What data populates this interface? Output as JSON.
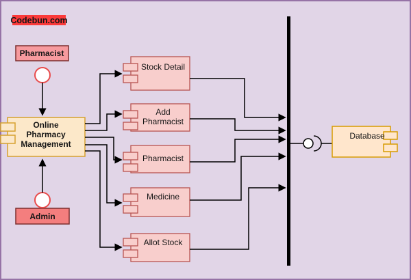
{
  "watermark": {
    "text": "Codebun.com"
  },
  "actors": {
    "pharmacist": {
      "label": "Pharmacist"
    },
    "admin": {
      "label": "Admin"
    }
  },
  "main_component": {
    "label_lines": [
      "Online",
      "Pharmacy",
      "Management"
    ]
  },
  "components": [
    {
      "label_lines": [
        "Stock Detail"
      ]
    },
    {
      "label_lines": [
        "Add",
        "Pharmacist"
      ]
    },
    {
      "label_lines": [
        "Pharmacist"
      ]
    },
    {
      "label_lines": [
        "Medicine"
      ]
    },
    {
      "label_lines": [
        "Allot Stock"
      ]
    }
  ],
  "database": {
    "label": "Database"
  },
  "connections": [
    {
      "from": "Pharmacist",
      "to": "Online Pharmacy Management"
    },
    {
      "from": "Admin",
      "to": "Online Pharmacy Management"
    },
    {
      "from": "Online Pharmacy Management",
      "to": "Stock Detail"
    },
    {
      "from": "Online Pharmacy Management",
      "to": "Add Pharmacist"
    },
    {
      "from": "Online Pharmacy Management",
      "to": "Pharmacist"
    },
    {
      "from": "Online Pharmacy Management",
      "to": "Medicine"
    },
    {
      "from": "Online Pharmacy Management",
      "to": "Allot Stock"
    },
    {
      "from": "Stock Detail",
      "to": "sync-bar"
    },
    {
      "from": "Add Pharmacist",
      "to": "sync-bar"
    },
    {
      "from": "Pharmacist",
      "to": "sync-bar"
    },
    {
      "from": "Medicine",
      "to": "sync-bar"
    },
    {
      "from": "Allot Stock",
      "to": "sync-bar"
    },
    {
      "from": "sync-bar",
      "to": "Database",
      "via": "ball-and-socket interface"
    }
  ],
  "colors": {
    "background": "#e1d5e7",
    "canvas_border": "#9673a6",
    "component_pink_fill": "#f8cecc",
    "component_pink_stroke": "#b85450",
    "component_cream_fill": "#fce8c9",
    "component_cream_stroke": "#d79b00",
    "actor_pharmacist_fill": "#f79a9e",
    "actor_admin_fill": "#f47e7e",
    "actor_stroke": "#7c2f2f",
    "interface_circle_stroke": "#e84a4a",
    "watermark_bg": "#fb3a3a",
    "connector": "#000000",
    "sync_bar": "#000000"
  }
}
